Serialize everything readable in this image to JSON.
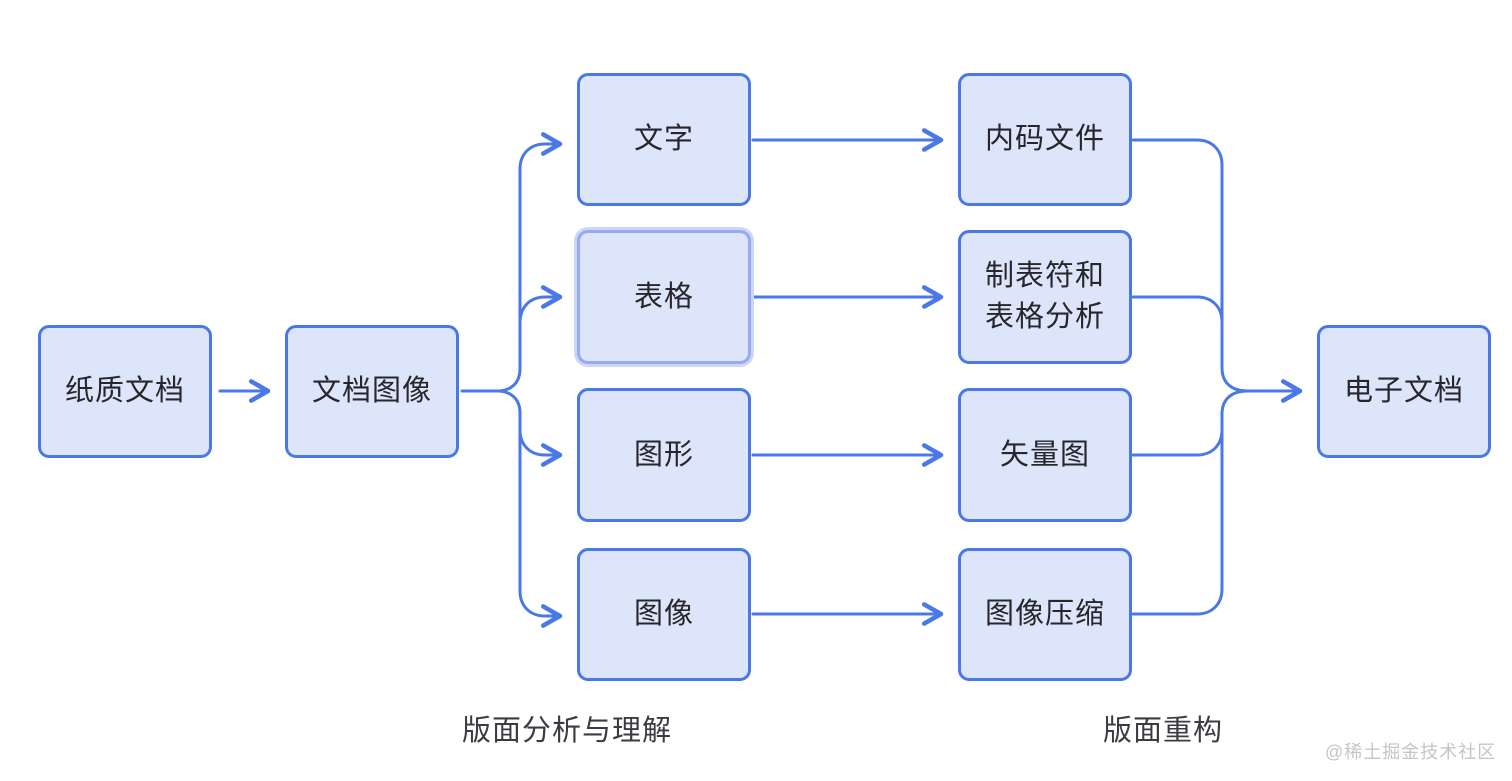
{
  "diagram": {
    "nodes": {
      "paper": {
        "label": "纸质文档"
      },
      "doc_image": {
        "label": "文档图像"
      },
      "text": {
        "label": "文字"
      },
      "table": {
        "label": "表格"
      },
      "graphic": {
        "label": "图形"
      },
      "image": {
        "label": "图像"
      },
      "code_file": {
        "label": "内码文件"
      },
      "tab_table": {
        "label": "制表符和\n表格分析"
      },
      "vector": {
        "label": "矢量图"
      },
      "compress": {
        "label": "图像压缩"
      },
      "e_doc": {
        "label": "电子文档"
      }
    },
    "stage_labels": {
      "analysis": "版面分析与理解",
      "reconstruction": "版面重构"
    },
    "selected_node": "table",
    "colors": {
      "line": "#4a78e8",
      "node_border": "#4a78e8",
      "node_fill": "#dde5fa",
      "selected_border": "#97a9ef",
      "selected_ring": "#ccd6f8",
      "node_text": "#26262c",
      "stage_label_text": "#3b3b43",
      "watermark_text": "#c5c5c9",
      "background": "#ffffff"
    }
  },
  "watermark": {
    "text": "@稀土掘金技术社区"
  }
}
